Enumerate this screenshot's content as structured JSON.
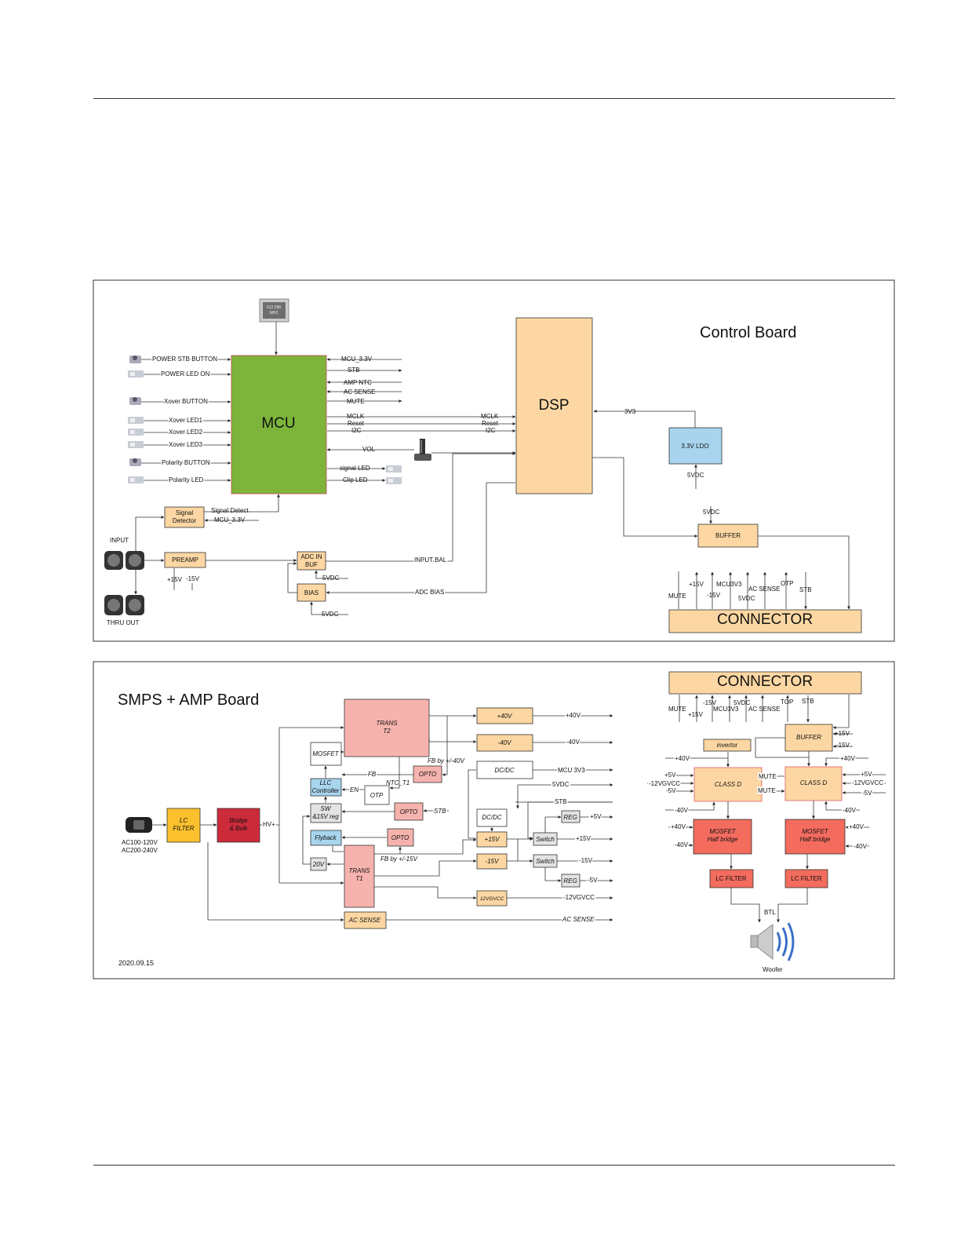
{
  "control": {
    "title": "Control Board",
    "crystal": [
      "612.288",
      "MHZ"
    ],
    "mcu": "MCU",
    "dsp": "DSP",
    "ldo": "3.3V LDO",
    "ldo_in": "5VDC",
    "v3v3": "3V3",
    "buffer": "BUFFER",
    "buffer_in": "5VDC",
    "connector": "CONNECTOR",
    "signal_detector": [
      "Signal",
      "Detector"
    ],
    "preamp": "PREAMP",
    "adc_buf": [
      "ADC IN",
      "BUF"
    ],
    "bias": "BIAS",
    "input": "INPUT",
    "thru_out": "THRU OUT",
    "mcu_left": [
      "POWER  STB BUTTON",
      "POWER LED ON",
      "Xover BUTTON",
      "Xover LED1",
      "Xover LED2",
      "Xover LED3",
      "Polarity BUTTON",
      "Polarity LED"
    ],
    "mcu_right": [
      "MCU_3.3V",
      "STB",
      "AMP NTC",
      "AC SENSE",
      "MUTE",
      "MCLK",
      "Reset",
      "I2C",
      "VOL",
      "signal LED",
      "Clip LED"
    ],
    "dsp_left": [
      "MCLK",
      "Reset",
      "I2C"
    ],
    "signal_detect": "Signal Detect",
    "mcu33": "MCU_3.3V",
    "preamp_rails": [
      "+15V",
      "-15V"
    ],
    "adc_5v": "5VDC",
    "bias_5v": "5VDC",
    "input_bal": "INPUT BAL",
    "adc_bias": "ADC BIAS",
    "conn_pins": [
      "MUTE",
      "+15V",
      "-15V",
      "MCU3V3",
      "5VDC",
      "AC SENSE",
      "OTP",
      "STB"
    ]
  },
  "smps": {
    "title": "SMPS + AMP Board",
    "date": "2020.09.15",
    "ac_in": [
      "AC100-120V",
      "AC200-240V"
    ],
    "lc_filter": [
      "LC",
      "FILTER"
    ],
    "bridge": [
      "Bridge",
      "& Bulk"
    ],
    "hv": "HV+",
    "trans2": [
      "TRANS",
      "T2"
    ],
    "trans1": [
      "TRANS",
      "T1"
    ],
    "mosfet": "MOSFET",
    "llc": [
      "LLC",
      "Controller"
    ],
    "sw_reg": [
      "SW",
      "&15V reg"
    ],
    "flyback": "Flyback",
    "v20": "20V",
    "otp": "OTP",
    "opto": "OPTO",
    "fb": "FB",
    "en": "EN",
    "ntc": "NTC_T1",
    "fb40": "FB by +/-40V",
    "fb15": "FB by +/-15V",
    "stb": "STB",
    "p40": "+40V",
    "m40": "-40V",
    "dcdc": "DC/DC",
    "mcu3v3": "MCU 3V3",
    "v5vdc": "5VDC",
    "p15": "+15V",
    "m15": "-15V",
    "switch": "Switch",
    "reg": "REG",
    "p5": "+5V",
    "m5": "-5V",
    "v12": "12VGVCC",
    "v12out": "-12VGVCC",
    "ac_sense": "AC SENSE"
  },
  "amp": {
    "connector": "CONNECTOR",
    "pins": [
      "MUTE",
      "+15V",
      "-15V",
      "MCU3V3",
      "5VDC",
      "AC SENSE",
      "TOP",
      "STB"
    ],
    "buffer": "BUFFER",
    "inverter": "invertor",
    "classd": "CLASS D",
    "mosfet": [
      "MOSFET",
      "Half bridge"
    ],
    "lc_filter": "LC FILTER",
    "btl": "BTL",
    "woofer": "Woofer",
    "p40": "+40V",
    "m40": "-40V",
    "p5": "+5V",
    "m5": "-5V",
    "m12": "-12VGVCC",
    "mute": "MUTE",
    "p15": "+15V",
    "m15": "-15V"
  }
}
